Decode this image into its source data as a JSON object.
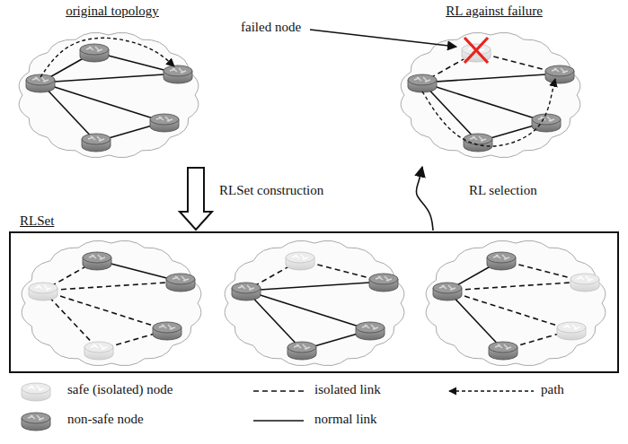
{
  "diagram": {
    "nodes": [
      {
        "text": [
          "original topology"
        ]
      },
      {
        "text": [
          "RL against failure"
        ]
      },
      {
        "text": [
          "RLSet"
        ]
      }
    ],
    "edges": [
      {
        "from": 0,
        "to": 2,
        "arrow": "to",
        "label": "RLSet construction"
      },
      {
        "from": 2,
        "to": 1,
        "arrow": "to",
        "label": "RL selection"
      }
    ],
    "labels": [
      "failed node"
    ],
    "legend": [
      {
        "text": "safe (isolated) node"
      },
      {
        "text": "non-safe node"
      },
      {
        "text": "isolated link"
      },
      {
        "text": "normal link"
      },
      {
        "text": "path"
      }
    ]
  }
}
